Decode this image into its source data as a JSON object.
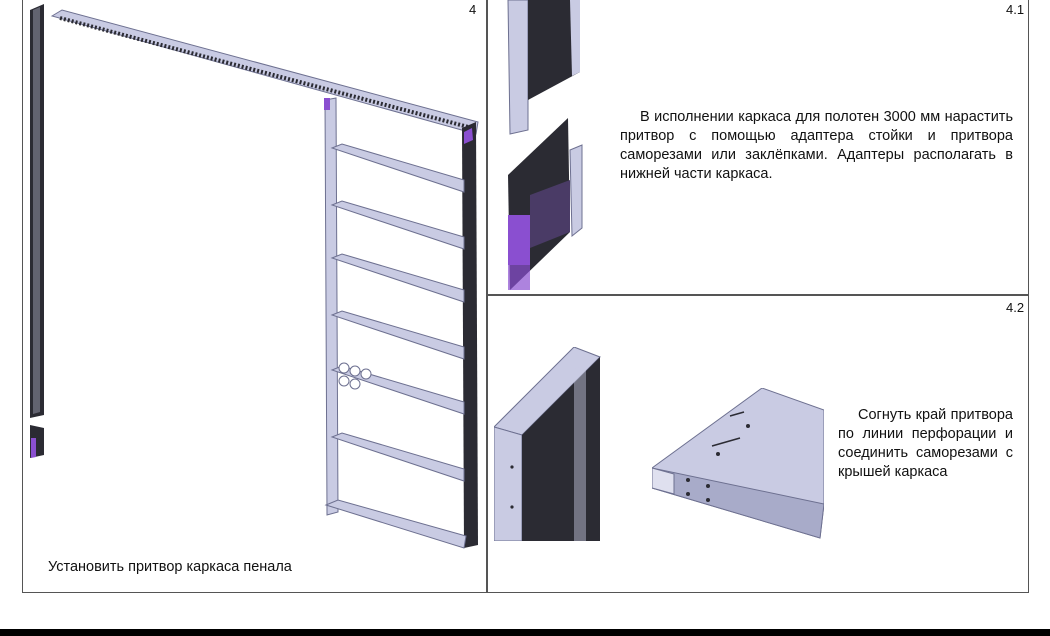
{
  "page": {
    "left_panel": {
      "step_number": "4",
      "caption": "Установить притвор каркаса пенала",
      "illustration": "pocket-door-frame-with-jamb-drawing"
    },
    "step_4_1": {
      "step_number": "4.1",
      "text": "В исполнении каркаса для полотен 3000 мм нарастить притвор с помощью адаптера стойки и притвора саморезами или заклёпками. Адаптеры располагать в нижней части каркаса.",
      "illustration": "jamb-adapter-drawing"
    },
    "step_4_2": {
      "step_number": "4.2",
      "text": "Согнуть край притвора по линии перфорации и соединить саморезами с крышей каркаса",
      "illustration": "jamb-bend-and-roof-drawing"
    }
  },
  "colors": {
    "metal": "#c9cbe3",
    "metal_dark": "#8f92b0",
    "dark": "#2b2b33",
    "purple": "#8a4fd0",
    "border": "#555555"
  }
}
